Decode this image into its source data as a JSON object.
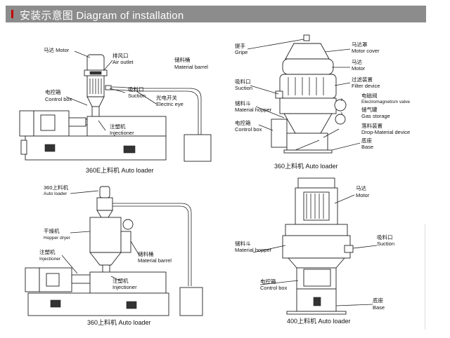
{
  "header": {
    "title": "安装示意图 Diagram of installation"
  },
  "d1": {
    "motor": [
      "马达 Motor"
    ],
    "air_outlet": [
      "排风口",
      "Air outlet"
    ],
    "suction": [
      "吸料口",
      "Suction"
    ],
    "eye": [
      "光电开关",
      "Electric eye"
    ],
    "barrel": [
      "储料桶",
      "Material barrel"
    ],
    "control": [
      "电控箱",
      "Control box"
    ],
    "injection": [
      "注塑机",
      "Injectioner"
    ],
    "caption": "360E上料机  Auto loader"
  },
  "d2": {
    "gripe": [
      "提手",
      "Gripe"
    ],
    "suction": [
      "吸料口",
      "Suction"
    ],
    "hopper": [
      "储料斗",
      "Material hopper"
    ],
    "control": [
      "电控箱",
      "Control box"
    ],
    "motor_cover": [
      "马达罩",
      "Motor cover"
    ],
    "motor": [
      "马达",
      "Motor"
    ],
    "filter": [
      "过滤装置",
      "Filter device"
    ],
    "valve": [
      "电磁阀",
      "Electromagnetism valve"
    ],
    "gas": [
      "储气罐",
      "Gas storage"
    ],
    "drop": [
      "落料装置",
      "Drop-Material device"
    ],
    "base": [
      "底座",
      "Base"
    ],
    "caption": "360上料机  Auto loader"
  },
  "d3": {
    "loader": [
      "360上料机",
      "Auto loader"
    ],
    "dryer": [
      "干燥机",
      "Hopper dryer"
    ],
    "injection_left": [
      "注塑机",
      "Injectioner"
    ],
    "barrel": [
      "储料桶",
      "Material barrel"
    ],
    "injection": [
      "注塑机",
      "Injectioner"
    ],
    "caption": "360上料机  Auto loader"
  },
  "d4": {
    "motor": [
      "马达",
      "Motor"
    ],
    "suction": [
      "吸料口",
      "Suction"
    ],
    "hopper": [
      "储料斗",
      "Material hopper"
    ],
    "control": [
      "电控箱",
      "Control box"
    ],
    "base": [
      "底座",
      "Base"
    ],
    "caption": "400上料机  Auto loader"
  }
}
